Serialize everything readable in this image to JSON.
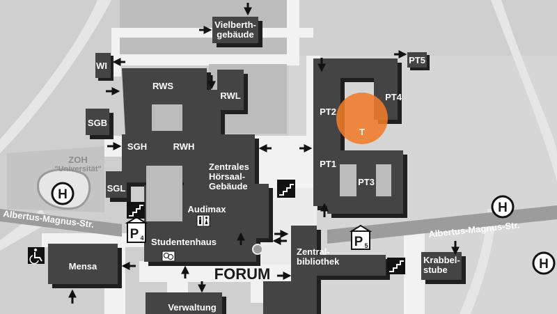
{
  "map": {
    "colors": {
      "background": "#cfcfcf",
      "road": "#bdbdbd",
      "path": "#ffffff",
      "plaza": "#e3e3e3",
      "building": "#444444",
      "building_shadow": "#1f1f1f",
      "highlight": "#f07b2a"
    },
    "buildings": {
      "vielberth": [
        "Vielberth-",
        "gebäude"
      ],
      "pt5": "PT5",
      "wi": "WI",
      "rws": "RWS",
      "rwl": "RWL",
      "pt2": "PT2",
      "pt4": "PT4",
      "sgb": "SGB",
      "sgh": "SGH",
      "rwh": "RWH",
      "pt1": "PT1",
      "pt3": "PT3",
      "zentrales": [
        "Zentrales",
        "Hörsaal-",
        "Gebäude"
      ],
      "sgl": "SGL",
      "audimax": "Audimax",
      "studentenhaus": "Studentenhaus",
      "mensa": "Mensa",
      "zentralbibliothek": [
        "Zentral-",
        "bibliothek"
      ],
      "krabbelstube": [
        "Krabbel-",
        "stube"
      ],
      "verwaltung": "Verwaltung"
    },
    "places": {
      "forum": "FORUM",
      "zoh": [
        "ZOH",
        "\"Universität\""
      ]
    },
    "streets": {
      "left": "Albertus-Magnus-Str.",
      "right": "Albertus-Magnus-Str."
    },
    "symbols": {
      "bus_stop": "H",
      "parking": "P",
      "parking_left_number": "4",
      "parking_right_number": "5",
      "tram_stop": "T",
      "accessible": "wheelchair-icon",
      "stairs": "stairs-icon",
      "restroom": "restroom-icon",
      "theater": "theater-masks-icon"
    }
  }
}
